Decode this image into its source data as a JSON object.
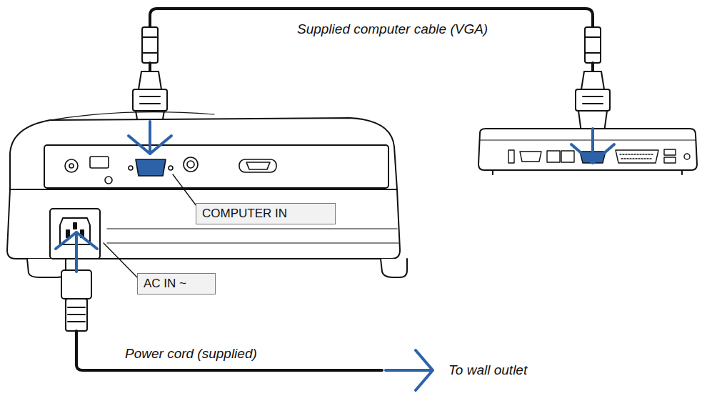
{
  "diagram": {
    "nodes": [
      {
        "text": [
          "COMPUTER IN"
        ]
      },
      {
        "text": [
          "AC IN ~"
        ]
      }
    ],
    "labels": [
      "Supplied computer cable (VGA)",
      "Power cord (supplied)",
      "To wall outlet"
    ]
  }
}
